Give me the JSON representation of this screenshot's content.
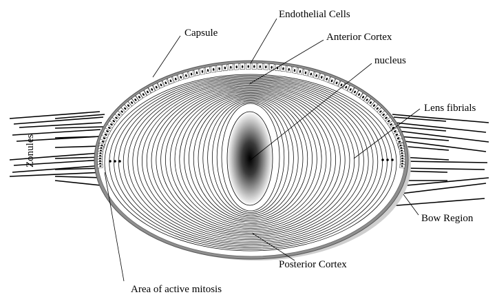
{
  "labels": {
    "endothelial_cells": "Endothelial Cells",
    "capsule": "Capsule",
    "anterior_cortex": "Anterior Cortex",
    "nucleus": "nucleus",
    "lens_fibrials": "Lens fibrials",
    "zonules": "Zonules",
    "bow_region": "Bow Region",
    "posterior_cortex": "Posterior Cortex",
    "area_of_active_mitosis": "Area of active mitosis"
  },
  "colors": {
    "capsule_fill": "#8a8a8a",
    "capsule_shadow": "#c8c8c8",
    "nucleus_core": "#000000",
    "nucleus_edge": "#ffffff",
    "lines": "#000000"
  },
  "icons": {
    "ellipsis_dots": "three-dot-ellipsis"
  }
}
